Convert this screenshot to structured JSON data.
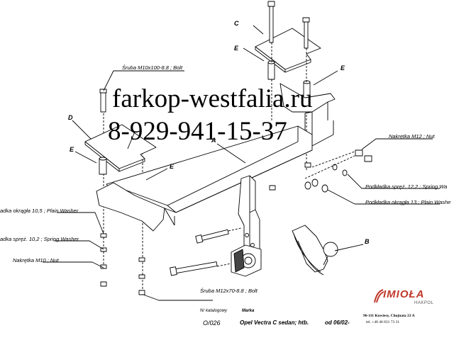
{
  "watermark": {
    "site": "farkop-westfalia.ru",
    "phone": "8-929-941-15-37"
  },
  "parts": {
    "A": "A",
    "C": "C",
    "D": "D",
    "E": "E",
    "B": "B"
  },
  "callouts": {
    "bolt_top": "Śruba M10x100-8.8 ;  Bolt",
    "nut_m12": "Nakrętka  M12 ; Nut",
    "spring_washer_12": "Podkładka spręż. 12,2 ; Spring Wa",
    "plain_washer_13": "Podkładka okrągła 13 ; Plain Washe",
    "plain_washer_10": "adka okrągła 10,5 ; Plain Washer",
    "spring_washer_10": "adka spręż. 10,2 ; Spring Washer",
    "nut_m10": "Nakrętka  M10 ; Nut",
    "bolt_bottom": "Śruba M12x70-8.8 ;  Bolt"
  },
  "footer": {
    "catalog_label": "Nr katalogowy",
    "brand_label": "Marka",
    "catalog_number": "O/026",
    "vehicle": "Opel Vectra C sedan; htb.",
    "date": "od 06/02-",
    "address": "96-111 Kowiesy, Chojnata 23 A",
    "phone": "tel. +48 46 831 73 31"
  },
  "logo": {
    "name": "IMIOŁA",
    "sub": "HAKPOL",
    "color": "#c0392b"
  }
}
